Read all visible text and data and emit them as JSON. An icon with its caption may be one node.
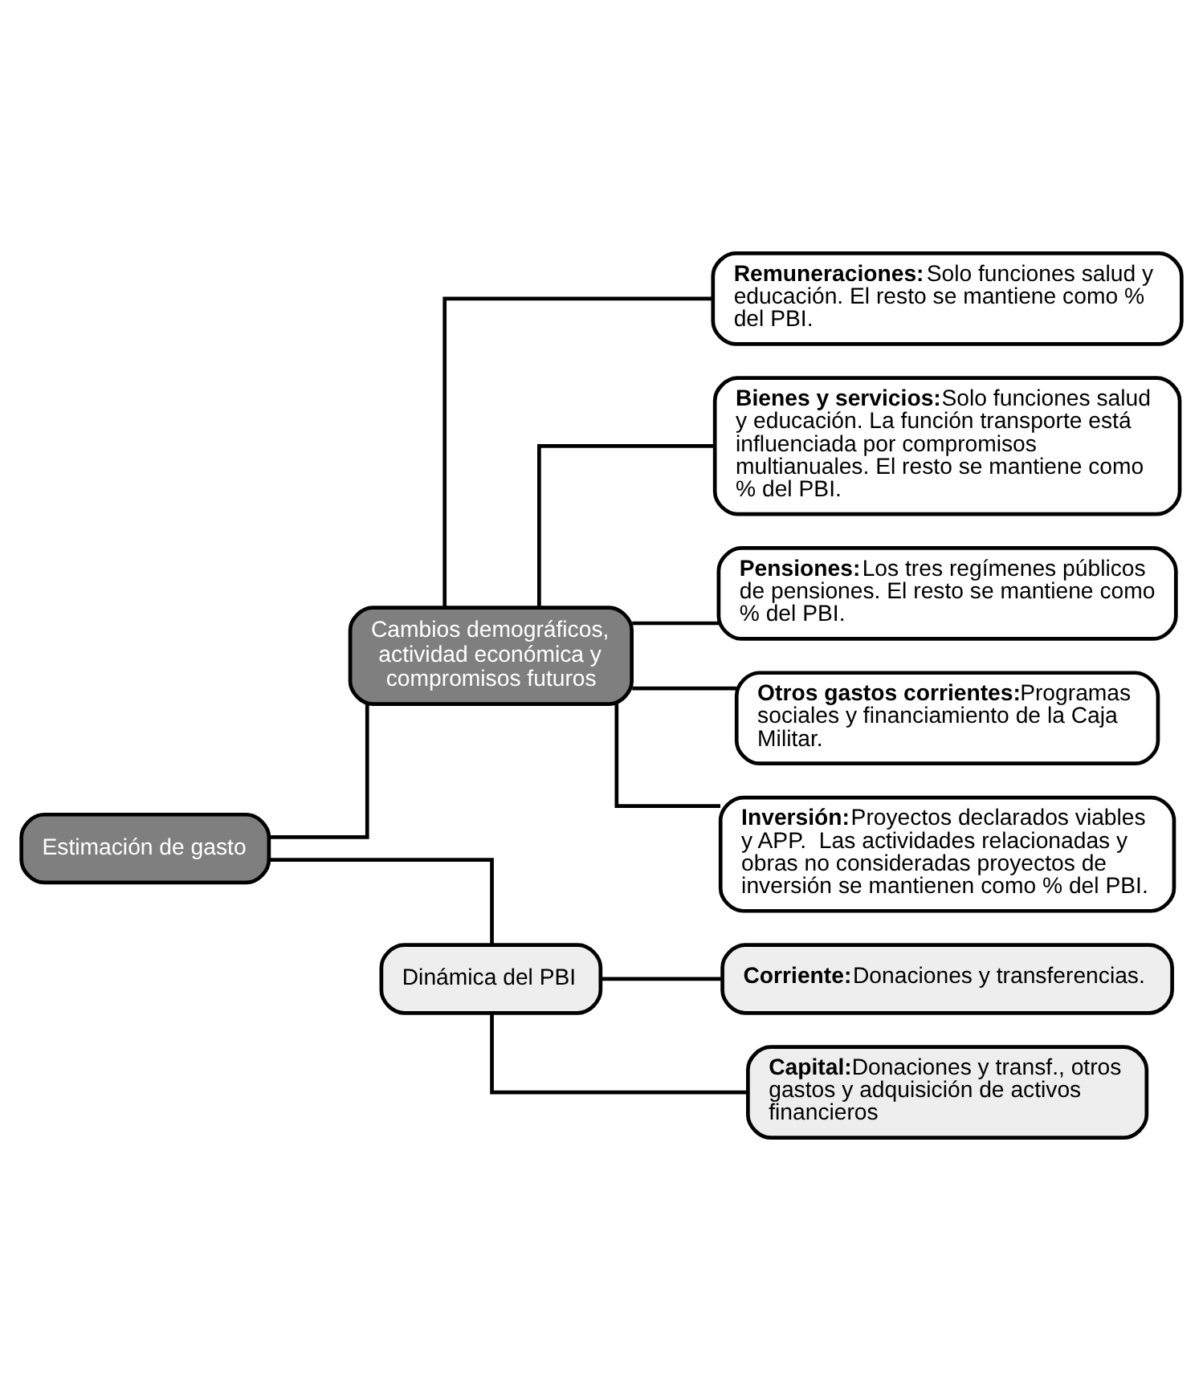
{
  "diagram": {
    "nodes": [
      {
        "text": [
          "Estimación de gasto"
        ]
      },
      {
        "text": [
          "Cambios demográficos, actividad económica y compromisos futuros"
        ]
      },
      {
        "text": [
          "Dinámica del PBI"
        ]
      },
      {
        "text": [
          "Remuneraciones:",
          "Solo funciones salud y educación. El resto se mantiene como % del PBI."
        ]
      },
      {
        "text": [
          "Bienes y servicios:",
          "Solo funciones salud y educación. La función transporte está influenciada por compromisos multianuales. El resto se mantiene como % del PBI."
        ]
      },
      {
        "text": [
          "Pensiones:",
          "Los tres regímenes públicos de pensiones. El resto se mantiene como % del PBI."
        ]
      },
      {
        "text": [
          "Otros gastos corrientes:",
          "Programas sociales y financiamiento de la Caja Militar."
        ]
      },
      {
        "text": [
          "Inversión:",
          "Proyectos declarados viables y APP.  Las actividades relacionadas y obras no consideradas proyectos de inversión se mantienen como % del PBI."
        ]
      },
      {
        "text": [
          "Corriente:",
          "Donaciones y transferencias."
        ]
      },
      {
        "text": [
          "Capital:",
          "Donaciones y transf., otros gastos y adquisición de activos financieros"
        ]
      }
    ],
    "edges": [
      {
        "from": 0,
        "to": 1,
        "arrow": "none"
      },
      {
        "from": 0,
        "to": 2,
        "arrow": "none"
      },
      {
        "from": 1,
        "to": 3,
        "arrow": "none"
      },
      {
        "from": 1,
        "to": 4,
        "arrow": "none"
      },
      {
        "from": 1,
        "to": 5,
        "arrow": "none"
      },
      {
        "from": 1,
        "to": 6,
        "arrow": "none"
      },
      {
        "from": 1,
        "to": 7,
        "arrow": "none"
      },
      {
        "from": 2,
        "to": 8,
        "arrow": "none"
      },
      {
        "from": 2,
        "to": 9,
        "arrow": "none"
      }
    ]
  }
}
